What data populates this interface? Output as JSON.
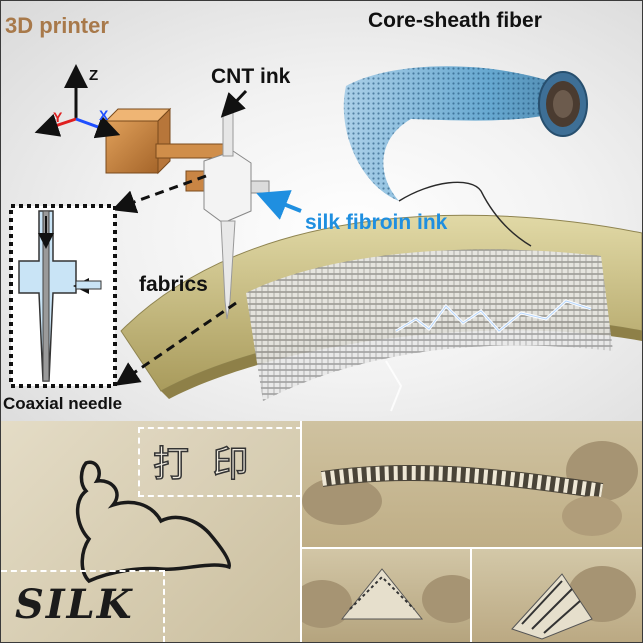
{
  "labels": {
    "printer": "3D printer",
    "fiber": "Core-sheath fiber",
    "cnt_ink": "CNT ink",
    "silk_ink": "silk fibroin ink",
    "fabrics": "fabrics",
    "needle": "Coaxial needle"
  },
  "axes": {
    "z": "Z",
    "y": "Y",
    "x": "X"
  },
  "photos": {
    "chinese_text": "打 印",
    "silk_text": "SILK"
  },
  "colors": {
    "printer_text": "#a8794a",
    "silk_ink_blue": "#1f8fe0",
    "axis_red": "#e02020",
    "axis_blue": "#1f4fff",
    "fabric": "#c9c08a",
    "sepia": "#cfc2a0"
  }
}
